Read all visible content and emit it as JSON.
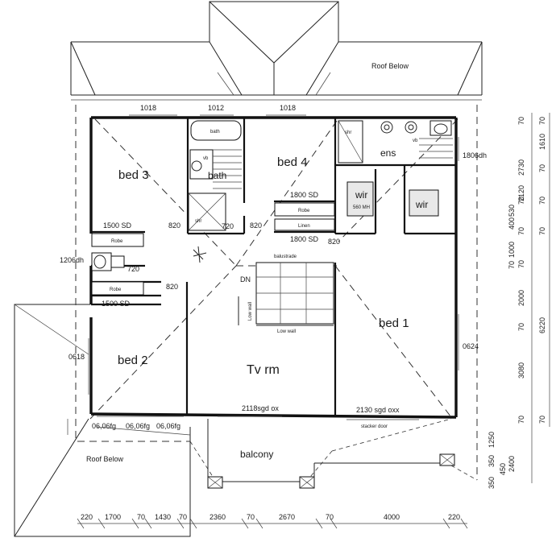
{
  "rooms": {
    "bed3": "bed 3",
    "bath": "bath",
    "bed4": "bed 4",
    "ens": "ens",
    "wir1": "wir",
    "wir2": "wir",
    "bed2": "bed 2",
    "tv": "Tv rm",
    "bed1": "bed 1",
    "balcony": "balcony"
  },
  "labels": {
    "roof_below_top": "Roof Below",
    "roof_below_bottom": "Roof Below",
    "bath_small": "bath",
    "vb_bath": "vb",
    "vb_ens": "vb",
    "shr_bath": "shr",
    "shr_ens": "shr",
    "robe_top": "Robe",
    "robe_bottom": "Robe",
    "robe_bed4": "Robe",
    "linen": "Linen",
    "mh": "560 MH",
    "balustrade": "balustrade",
    "dn": "DN",
    "low_wall_v": "Low wall",
    "low_wall_h": "Low wall",
    "stacker_door": "stacker door"
  },
  "plan_dims": {
    "w1018a": "1018",
    "w1012": "1012",
    "w1018b": "1018",
    "dh1806": "1806dh",
    "sd1800_top": "1800 SD",
    "sd1800_bottom": "1800 SD",
    "sd1500_top": "1500 SD",
    "sd1500_bottom": "1500 SD",
    "d820_a": "820",
    "d820_b": "820",
    "d820_c": "820",
    "d820_d": "820",
    "d720_a": "720",
    "d720_b": "720",
    "dh1206": "1206dh",
    "w0618": "0618",
    "w0624": "0624",
    "fg": [
      "06,06fg",
      "06,06fg",
      "06,06fg"
    ],
    "sgd_left": "2118sgd ox",
    "sgd_right": "2130 sgd oxx"
  },
  "right_dims": {
    "col_a": [
      "70",
      "2730",
      "70",
      "2120",
      "70",
      "70",
      "2000",
      "70",
      "3080",
      "70",
      "1250",
      "350",
      "350"
    ],
    "col_b": [
      "70",
      "1610",
      "70",
      "70",
      "530",
      "70",
      "400",
      "1000",
      "70",
      "6220",
      "2400",
      "70"
    ],
    "col_c": [
      "450"
    ]
  },
  "bottom_dims": [
    "220",
    "1700",
    "70",
    "1430",
    "70",
    "2360",
    "70",
    "2670",
    "70",
    "4000",
    "220"
  ]
}
